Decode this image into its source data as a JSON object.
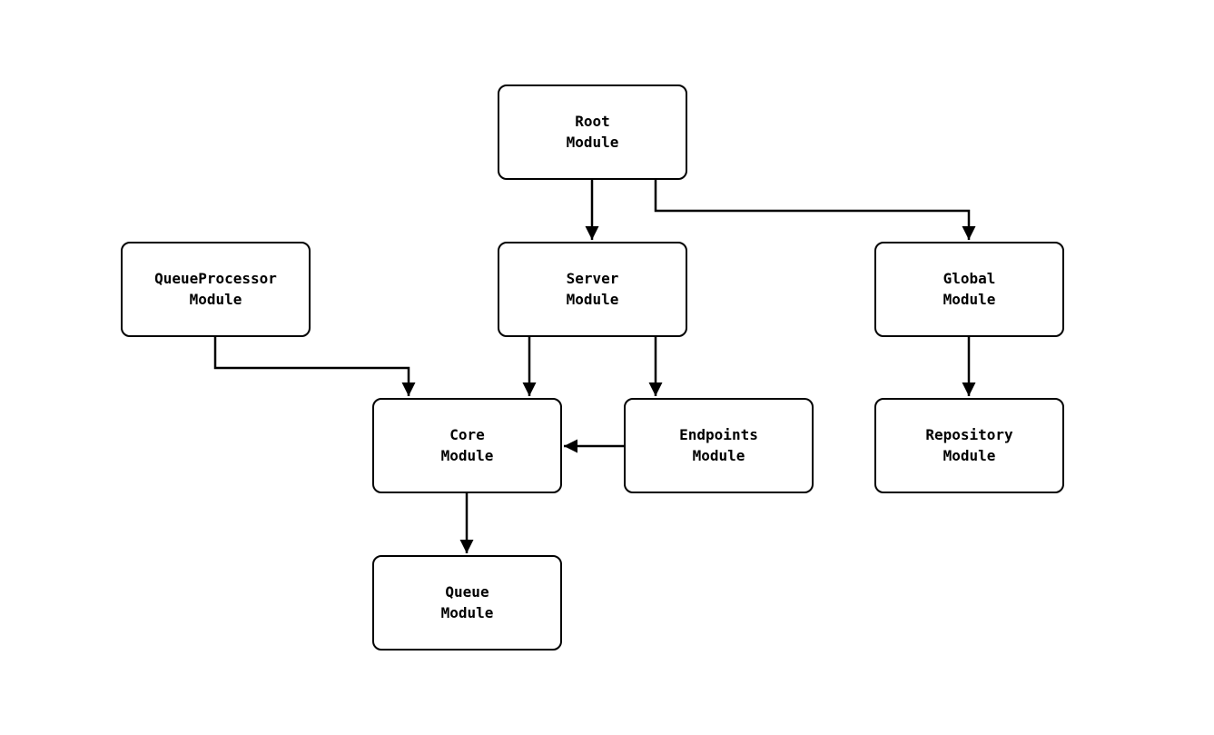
{
  "diagram": {
    "type": "module-dependency-graph",
    "colors": {
      "background": "#ffffff",
      "node_fill": "#ffffff",
      "node_border": "#000000",
      "edge": "#000000",
      "text": "#000000"
    },
    "nodes": {
      "root": {
        "label": "Root\nModule"
      },
      "server": {
        "label": "Server\nModule"
      },
      "queueprocessor": {
        "label": "QueueProcessor\nModule"
      },
      "global": {
        "label": "Global\nModule"
      },
      "core": {
        "label": "Core\nModule"
      },
      "endpoints": {
        "label": "Endpoints\nModule"
      },
      "repository": {
        "label": "Repository\nModule"
      },
      "queue": {
        "label": "Queue\nModule"
      }
    },
    "edges": [
      {
        "from": "Root Module",
        "to": "Server Module"
      },
      {
        "from": "Root Module",
        "to": "Global Module"
      },
      {
        "from": "QueueProcessor Module",
        "to": "Core Module"
      },
      {
        "from": "Server Module",
        "to": "Core Module"
      },
      {
        "from": "Server Module",
        "to": "Endpoints Module"
      },
      {
        "from": "Endpoints Module",
        "to": "Core Module"
      },
      {
        "from": "Global Module",
        "to": "Repository Module"
      },
      {
        "from": "Core Module",
        "to": "Queue Module"
      }
    ]
  }
}
